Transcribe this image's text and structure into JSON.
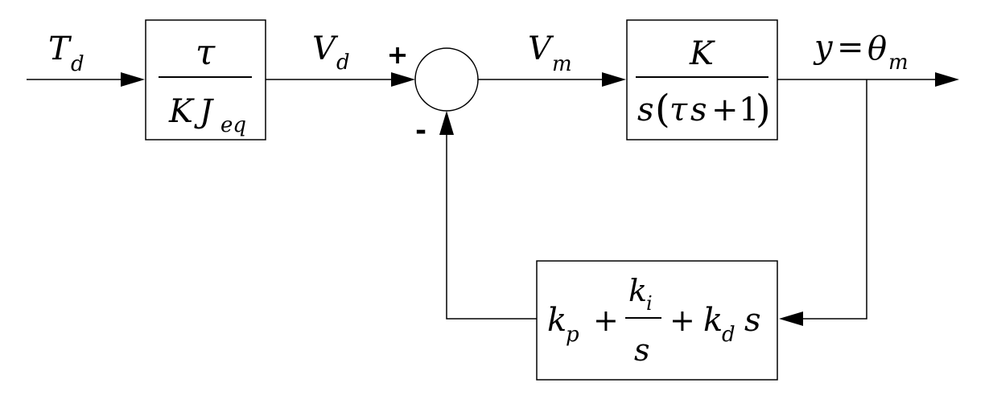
{
  "signals": {
    "td": {
      "main": "T",
      "sub": "d"
    },
    "vd": {
      "main": "V",
      "sub": "d"
    },
    "vm": {
      "main": "V",
      "sub": "m"
    },
    "y": {
      "left": "y",
      "eq": "=",
      "theta": "θ",
      "sub": "m"
    }
  },
  "summing_junction": {
    "plus": "+",
    "minus": "-"
  },
  "blocks": {
    "disturbance_gain": {
      "num": "τ",
      "den": {
        "k": "K",
        "j": "J",
        "sub": "eq"
      }
    },
    "plant": {
      "num": "K",
      "den": {
        "s": "s",
        "lparen": "(",
        "tau": "τ",
        "s2": "s",
        "plus": "+",
        "one": "1",
        "rparen": ")"
      }
    },
    "controller": {
      "kp": "k",
      "kp_sub": "p",
      "plus1": "+",
      "ki": "k",
      "ki_sub": "i",
      "ki_den": "s",
      "plus2": "+",
      "kd": "k",
      "kd_sub": "d",
      "kd_s": "s"
    }
  }
}
